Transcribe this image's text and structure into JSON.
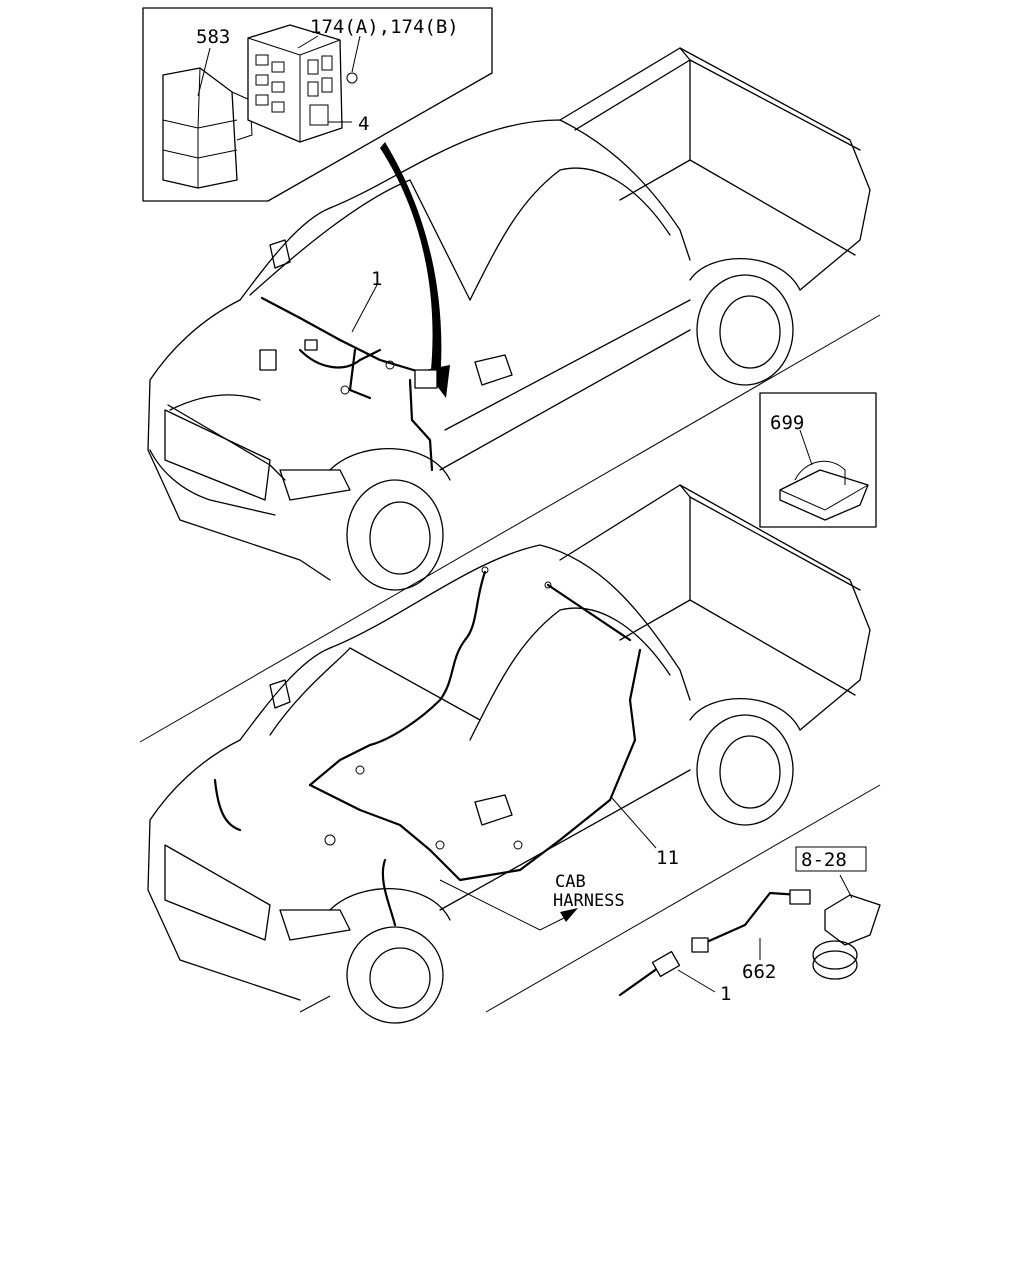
{
  "callouts": {
    "relay_cover": "583",
    "fuse_relay_box": "174(A),174(B)",
    "bracket": "4",
    "engine_harness_top": "1",
    "clip": "699",
    "cab_harness": "11",
    "cab_harness_text_line1": "CAB",
    "cab_harness_text_line2": "HARNESS",
    "ref_page": "8-28",
    "sub_harness": "662",
    "engine_harness_bottom": "1"
  }
}
